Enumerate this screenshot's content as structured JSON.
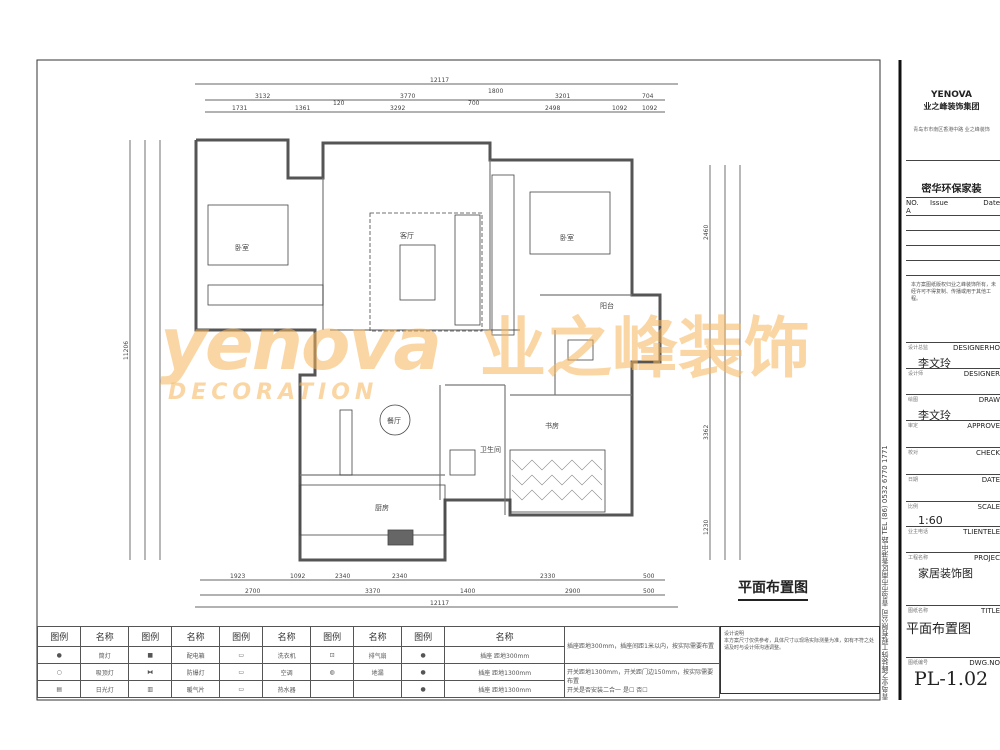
{
  "drawing": {
    "title": "平面布置图",
    "watermark_latin": "yenova",
    "watermark_sub": "DECORATION",
    "watermark_cn": "业之峰装饰"
  },
  "dimensions": {
    "top_total": "12117",
    "top_row1": [
      "3132",
      "3770",
      "1800",
      "3201",
      "704"
    ],
    "top_row2": [
      "1731",
      "1361",
      "120",
      "3292",
      "700",
      "2498",
      "1092",
      "1092"
    ],
    "bottom_total": "12117",
    "bottom_row1": [
      "1923",
      "1092",
      "2340",
      "2340",
      "2330",
      "500"
    ],
    "bottom_row2": [
      "2700",
      "3370",
      "1400",
      "2900",
      "500"
    ],
    "left_total": "11206",
    "right": [
      "2460",
      "3362",
      "1230"
    ]
  },
  "rooms": {
    "living": "客厅",
    "dining": "餐厅",
    "bedroom_master": "卧室",
    "bedroom_second": "卧室",
    "kitchen": "厨房",
    "bathroom": "卫生间",
    "study": "书房",
    "balcony": "阳台"
  },
  "legend": {
    "header_symbol": "图例",
    "header_name": "名称",
    "rows": [
      [
        "筒灯",
        "配电箱",
        "洗衣机",
        "排气扇",
        "插座 距地300mm"
      ],
      [
        "吸顶灯",
        "防爆灯",
        "空调",
        "地漏",
        "插座 距地1300mm"
      ],
      [
        "日光灯",
        "暖气片",
        "热水器",
        "",
        "插座 距地1300mm"
      ]
    ],
    "note1": "插座距地300mm，插座间距1米以内，按实际需要布置",
    "note2": "开关距地1300mm，开关距门边150mm，按实际需要布置",
    "note3": "开关是否安装二合一",
    "yes": "是",
    "no": "否"
  },
  "notes_box": {
    "heading": "设计说明",
    "text": "本方案尺寸仅供参考，具体尺寸以现场实际测量为准，如有不符之处请及时与设计师沟通调整。"
  },
  "title_block": {
    "brand": "YENOVA",
    "brand_cn": "业之峰装饰集团",
    "address": "青岛市市南区香港中路 业之峰装饰",
    "client": "密华环保家装",
    "issue_headers": [
      "NO.",
      "Issue",
      "Date"
    ],
    "issue_a": "A",
    "statement": "本方案图纸版权归业之峰装饰所有，未经许可不得复制、传播或用于其他工程。",
    "designer_ho_cn": "设计总监",
    "designer_ho": "DESIGNERHO",
    "designer_ho_name": "李文玲",
    "designer_cn": "设计师",
    "designer": "DESIGNER",
    "draw_cn": "绘图",
    "draw": "DRAW",
    "draw_name": "李文玲",
    "approve_cn": "审定",
    "approve": "APPROVE",
    "check_cn": "校对",
    "check": "CHECK",
    "date_cn": "日期",
    "date": "DATE",
    "scale_cn": "比例",
    "scale": "SCALE",
    "scale_value": "1:60",
    "client_cn": "业主电话",
    "clientele": "TLIENTELE",
    "project_cn": "工程名称",
    "project": "PROJEC",
    "project_value": "家居装饰图",
    "title_cn": "图纸名称",
    "title": "TITLE",
    "title_value": "平面布置图",
    "dwg_cn": "图纸编号",
    "dwg": "DWG.NO",
    "dwg_value": "PL-1.02"
  },
  "vertical_strip": "青岛业之峰装饰工程有限公司  青岛市市南区香港中路  TEL (86) 0532 6770 1771"
}
